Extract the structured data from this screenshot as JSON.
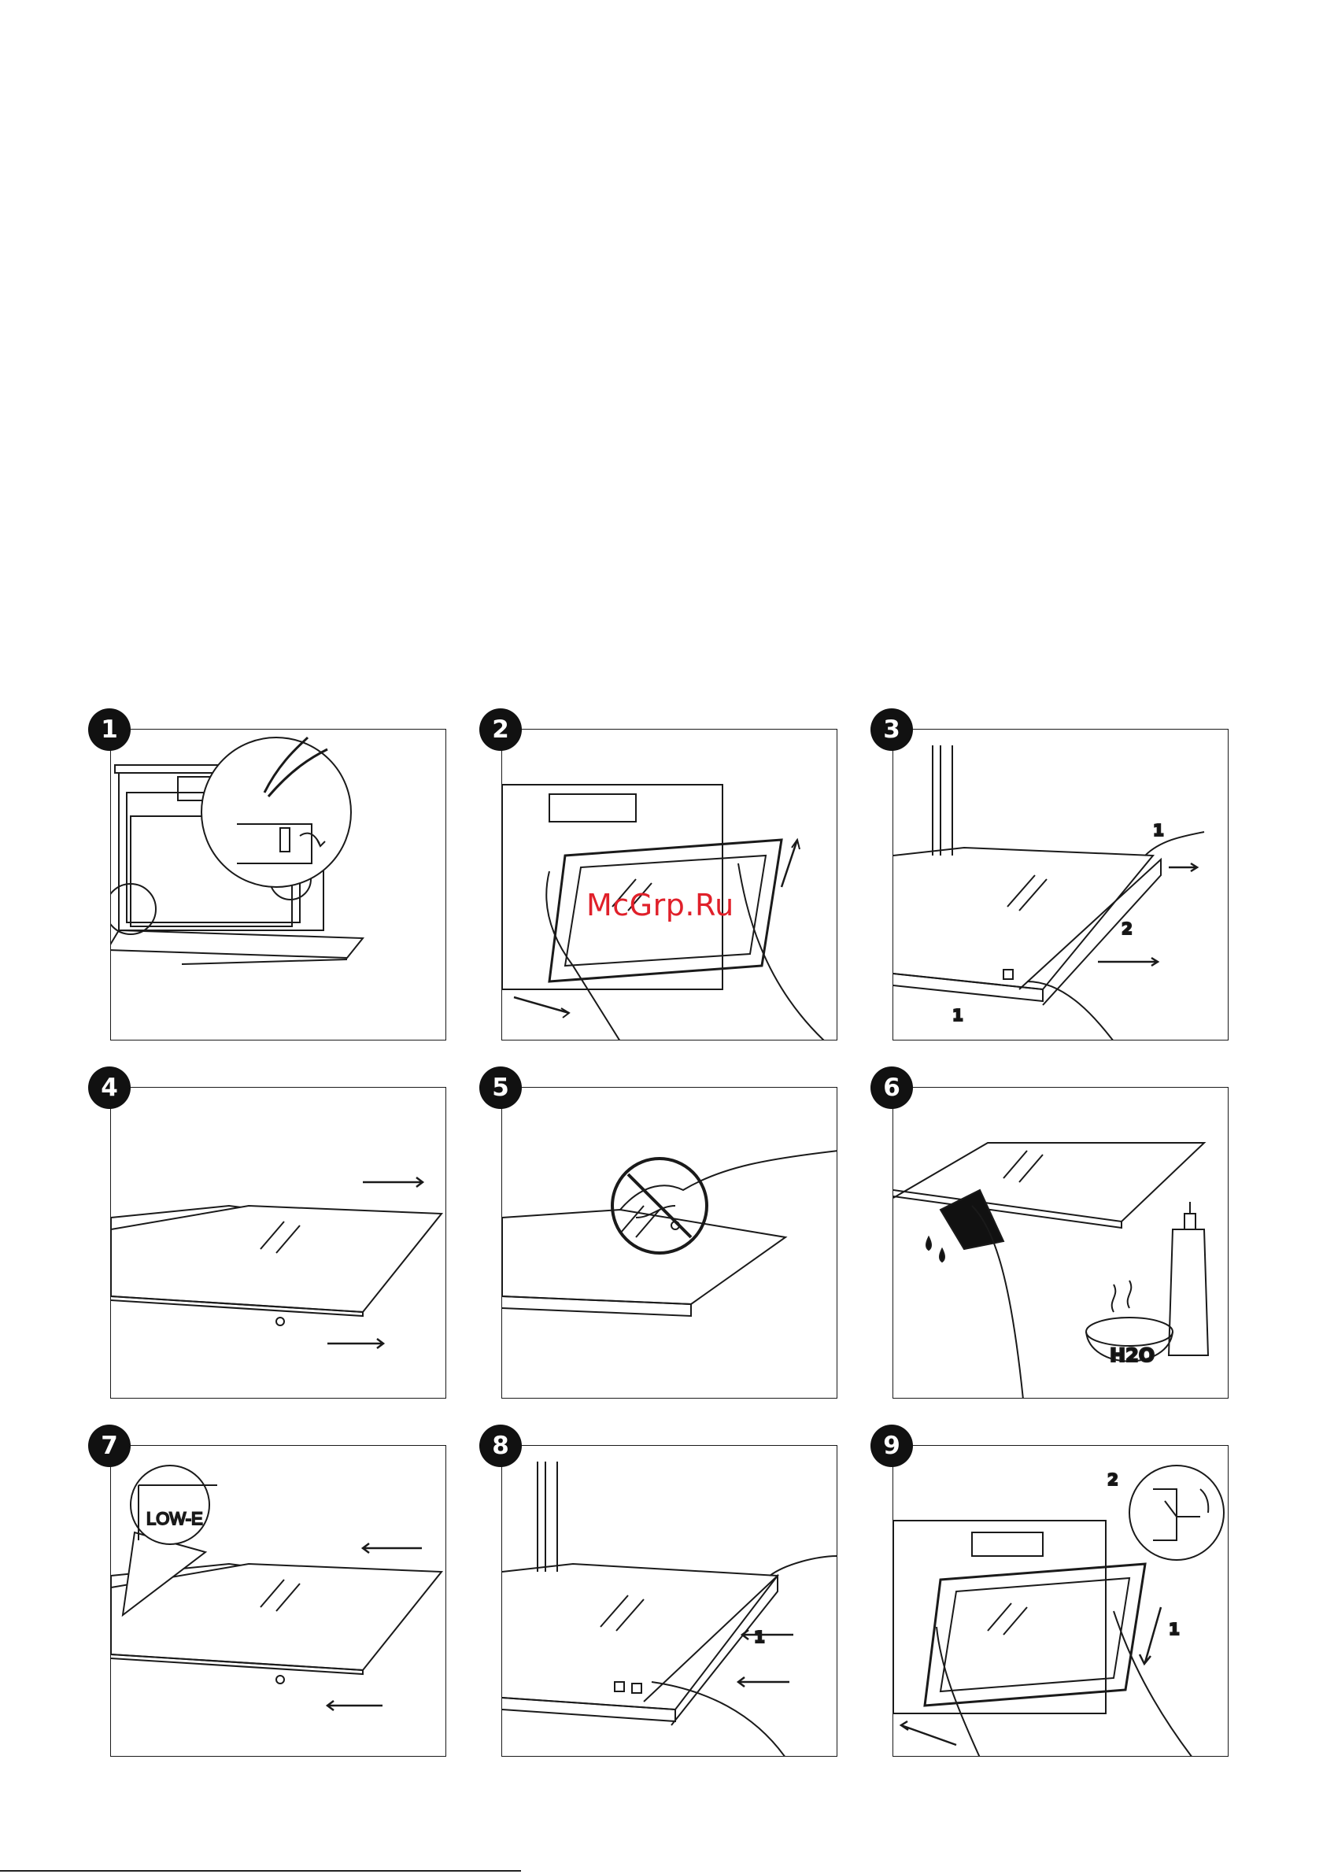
{
  "watermark": "McGrp.Ru",
  "steps": [
    {
      "number": "1"
    },
    {
      "number": "2"
    },
    {
      "number": "3",
      "labels": [
        "1",
        "2",
        "1"
      ]
    },
    {
      "number": "4"
    },
    {
      "number": "5"
    },
    {
      "number": "6",
      "labels": [
        "H2O"
      ]
    },
    {
      "number": "7",
      "labels": [
        "LOW-E"
      ]
    },
    {
      "number": "8",
      "labels": [
        "1"
      ]
    },
    {
      "number": "9",
      "labels": [
        "2",
        "1"
      ]
    }
  ]
}
